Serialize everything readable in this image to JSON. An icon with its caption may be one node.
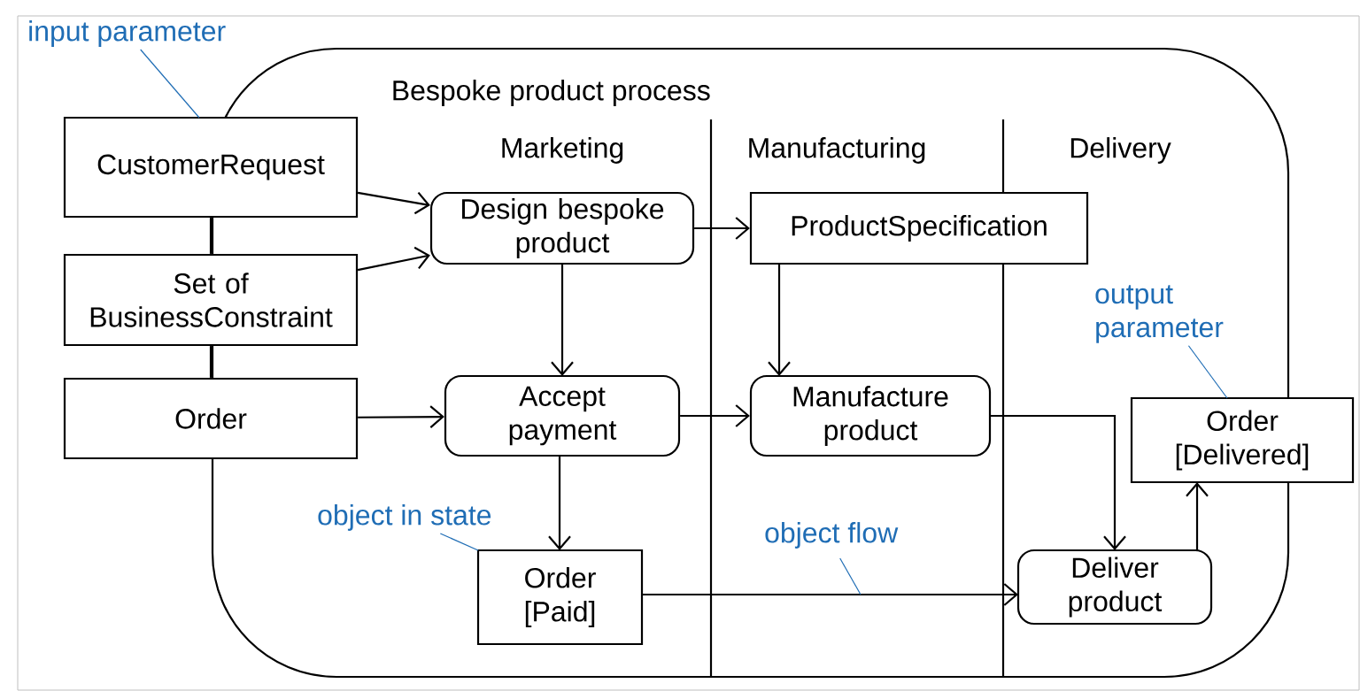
{
  "diagram": {
    "nodes": [
      {
        "text": [
          "Bespoke product process"
        ]
      },
      {
        "text": [
          "CustomerRequest"
        ]
      },
      {
        "text": [
          "Set of BusinessConstraint"
        ]
      },
      {
        "text": [
          "Order"
        ]
      },
      {
        "text": [
          "Design bespoke product"
        ],
        "in": 0
      },
      {
        "text": [
          "ProductSpecification"
        ],
        "in": 0
      },
      {
        "text": [
          "Accept payment"
        ],
        "in": 0
      },
      {
        "text": [
          "Manufacture product"
        ],
        "in": 0
      },
      {
        "text": [
          "Order [Paid]"
        ],
        "in": 0
      },
      {
        "text": [
          "Deliver product"
        ],
        "in": 0
      },
      {
        "text": [
          "Order [Delivered]"
        ]
      },
      {
        "text": [
          "input parameter"
        ]
      },
      {
        "text": [
          "object in state"
        ],
        "in": 0
      },
      {
        "text": [
          "object flow"
        ],
        "in": 0
      },
      {
        "text": [
          "output parameter"
        ],
        "in": 0
      }
    ],
    "edges": [
      {
        "from": 1,
        "to": 4,
        "arrow": "to"
      },
      {
        "from": 2,
        "to": 4,
        "arrow": "to"
      },
      {
        "from": 4,
        "to": 5,
        "arrow": "to"
      },
      {
        "from": 4,
        "to": 6,
        "arrow": "to"
      },
      {
        "from": 3,
        "to": 6,
        "arrow": "to"
      },
      {
        "from": 6,
        "to": 7,
        "arrow": "to"
      },
      {
        "from": 5,
        "to": 7,
        "arrow": "to"
      },
      {
        "from": 6,
        "to": 8,
        "arrow": "to"
      },
      {
        "from": 7,
        "to": 9,
        "arrow": "to"
      },
      {
        "from": 8,
        "to": 9,
        "arrow": "to"
      },
      {
        "from": 9,
        "to": 10,
        "arrow": "to"
      },
      {
        "from": 1,
        "to": 2,
        "arrow": "none"
      },
      {
        "from": 2,
        "to": 3,
        "arrow": "none"
      },
      {
        "from": 11,
        "to": 1,
        "arrow": "none",
        "color": "#1f6db5"
      },
      {
        "from": 12,
        "to": 8,
        "arrow": "none",
        "color": "#1f6db5"
      },
      {
        "from": 13,
        "to": null,
        "arrow": "none",
        "color": "#1f6db5"
      },
      {
        "from": 14,
        "to": 10,
        "arrow": "none",
        "color": "#1f6db5"
      }
    ],
    "labels": [
      "Marketing",
      "Manufacturing",
      "Delivery"
    ]
  }
}
